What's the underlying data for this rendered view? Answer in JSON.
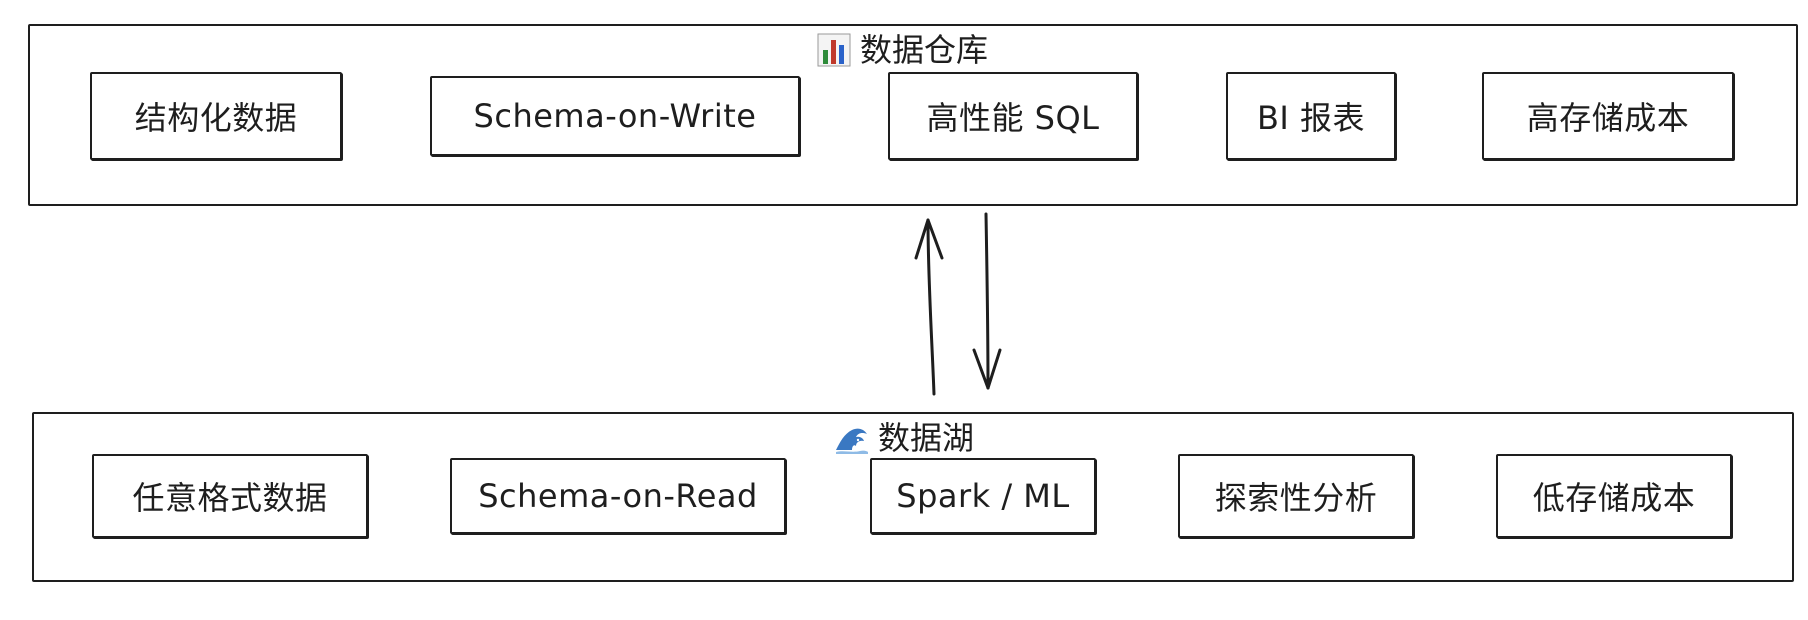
{
  "warehouse": {
    "title": "数据仓库",
    "icon": "bar-chart-icon",
    "items": [
      {
        "label": "结构化数据"
      },
      {
        "label": "Schema-on-Write"
      },
      {
        "label": "高性能 SQL"
      },
      {
        "label": "BI 报表"
      },
      {
        "label": "高存储成本"
      }
    ]
  },
  "lake": {
    "title": "数据湖",
    "icon": "wave-icon",
    "items": [
      {
        "label": "任意格式数据"
      },
      {
        "label": "Schema-on-Read"
      },
      {
        "label": "Spark / ML"
      },
      {
        "label": "探索性分析"
      },
      {
        "label": "低存储成本"
      }
    ]
  },
  "colors": {
    "stroke": "#1e1e1e",
    "background": "#ffffff"
  }
}
